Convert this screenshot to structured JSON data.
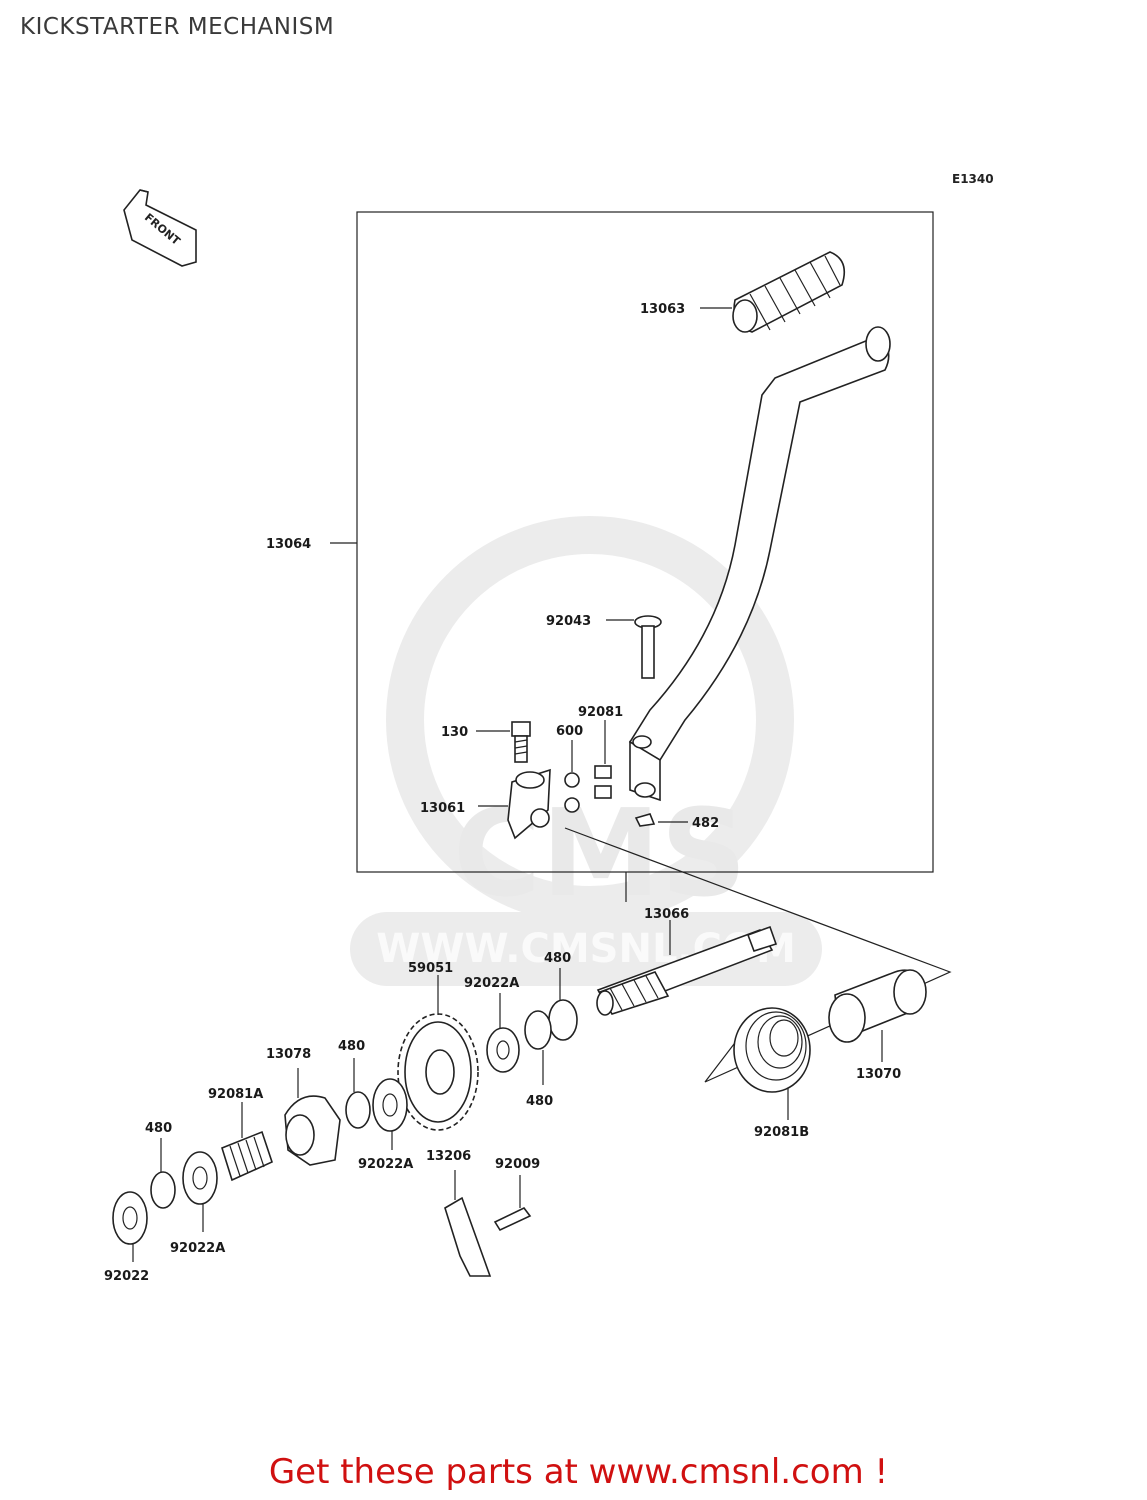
{
  "header": {
    "title": "KICKSTARTER MECHANISM",
    "diagram_code": "E1340"
  },
  "front_arrow": {
    "label": "FRONT"
  },
  "watermark": {
    "text": "WWW.CMSNL.COM",
    "logo_text": "CMS"
  },
  "footer": {
    "text": "Get these parts at www.cmsnl.com !"
  },
  "parts": [
    {
      "id": "13063",
      "label": "13063"
    },
    {
      "id": "13064",
      "label": "13064"
    },
    {
      "id": "92043",
      "label": "92043"
    },
    {
      "id": "92081",
      "label": "92081"
    },
    {
      "id": "600",
      "label": "600"
    },
    {
      "id": "130",
      "label": "130"
    },
    {
      "id": "13061",
      "label": "13061"
    },
    {
      "id": "482",
      "label": "482"
    },
    {
      "id": "13066",
      "label": "13066"
    },
    {
      "id": "59051",
      "label": "59051"
    },
    {
      "id": "92022A-a",
      "label": "92022A"
    },
    {
      "id": "480-a",
      "label": "480"
    },
    {
      "id": "480-b",
      "label": "480"
    },
    {
      "id": "13078",
      "label": "13078"
    },
    {
      "id": "480-c",
      "label": "480"
    },
    {
      "id": "92081A",
      "label": "92081A"
    },
    {
      "id": "480-d",
      "label": "480"
    },
    {
      "id": "92022A-b",
      "label": "92022A"
    },
    {
      "id": "13206",
      "label": "13206"
    },
    {
      "id": "92009",
      "label": "92009"
    },
    {
      "id": "92022A-c",
      "label": "92022A"
    },
    {
      "id": "92022",
      "label": "92022"
    },
    {
      "id": "13070",
      "label": "13070"
    },
    {
      "id": "92081B",
      "label": "92081B"
    }
  ]
}
